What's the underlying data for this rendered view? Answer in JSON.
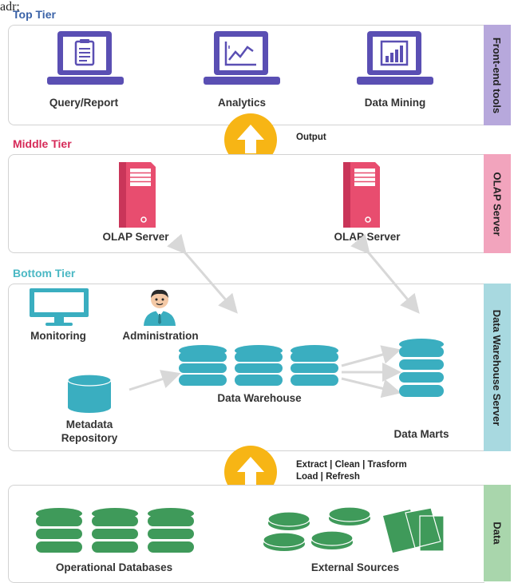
{
  "header_fragment": "adr;",
  "colors": {
    "top_tier": "#3b63a8",
    "middle_tier": "#d62a58",
    "bottom_tier": "#4bb8c4",
    "laptop": "#5a4fb3",
    "server": "#e84d6f",
    "db_teal": "#3aaec0",
    "db_green": "#3f9a5a",
    "output_arrow": "#f7b515",
    "side_frontend": "#b7a8dc",
    "side_olap": "#f2a4bd",
    "side_dw": "#a8d9e0",
    "side_data": "#a9d6ac"
  },
  "tiers": {
    "top": {
      "title": "Top Tier",
      "side_label": "Front-end tools",
      "items": [
        {
          "label": "Query/Report",
          "icon": "query-report-icon"
        },
        {
          "label": "Analytics",
          "icon": "analytics-icon"
        },
        {
          "label": "Data Mining",
          "icon": "data-mining-icon"
        }
      ]
    },
    "middle": {
      "title": "Middle Tier",
      "side_label": "OLAP Server",
      "servers": [
        "OLAP Server",
        "OLAP Server"
      ]
    },
    "bottom": {
      "title": "Bottom Tier",
      "side_label": "Data Warehouse Server",
      "monitoring": "Monitoring",
      "administration": "Administration",
      "warehouse": "Data Warehouse",
      "metadata_line1": "Metadata",
      "metadata_line2": "Repository",
      "marts": "Data Marts"
    },
    "data": {
      "side_label": "Data",
      "operational": "Operational Databases",
      "external": "External Sources"
    }
  },
  "flows": {
    "output": "Output",
    "etl_line1": "Extract | Clean | Trasform",
    "etl_line2": "Load | Refresh"
  }
}
